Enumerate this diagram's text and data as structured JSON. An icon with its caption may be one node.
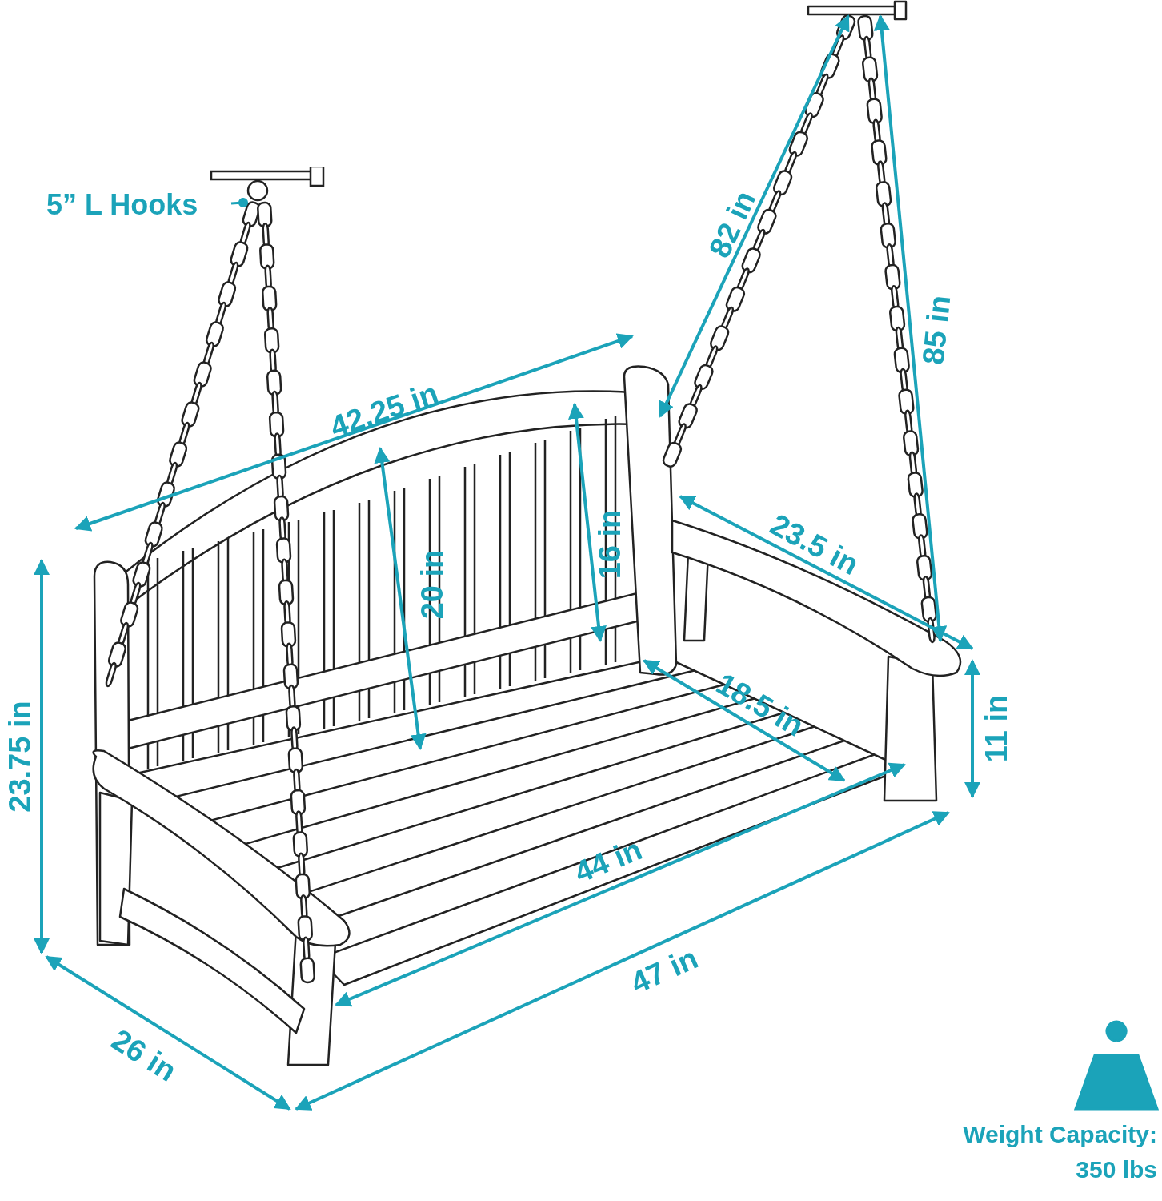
{
  "diagram": {
    "nodes": [
      {
        "text": [
          "5” L Hooks"
        ]
      },
      {
        "text": [],
        "shape": "picture"
      }
    ],
    "edges": [
      {
        "from": 0,
        "to": 1,
        "arrow": "other"
      }
    ],
    "labels": [
      "42.25 in",
      "82 in",
      "85 in",
      "16 in",
      "20 in",
      "23.5 in",
      "23.75 in",
      "18.5 in",
      "11 in",
      "44 in",
      "47 in",
      "26 in",
      "Weight Capacity: 350 lbs"
    ]
  }
}
